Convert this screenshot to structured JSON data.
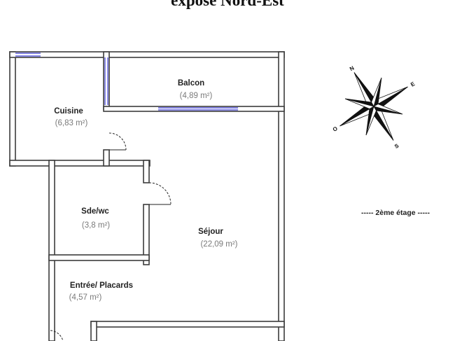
{
  "title": "exposé Nord-Est",
  "rooms": [
    {
      "name": "Balcon",
      "area": "(4,89 m²)"
    },
    {
      "name": "Cuisine",
      "area": "(6,83 m²)"
    },
    {
      "name": "Sde/wc",
      "area": "(3,8 m²)"
    },
    {
      "name": "Séjour",
      "area": "(22,09 m²)"
    },
    {
      "name": "Entrée/ Placards",
      "area": "(4,57 m²)"
    }
  ],
  "floor_label": "-----  2ème étage  -----",
  "compass": {
    "n": "N",
    "e": "E",
    "s": "S",
    "o": "O"
  },
  "colors": {
    "wall": "#3c3c3c",
    "window": "#5a5ad8",
    "door": "#222222"
  }
}
